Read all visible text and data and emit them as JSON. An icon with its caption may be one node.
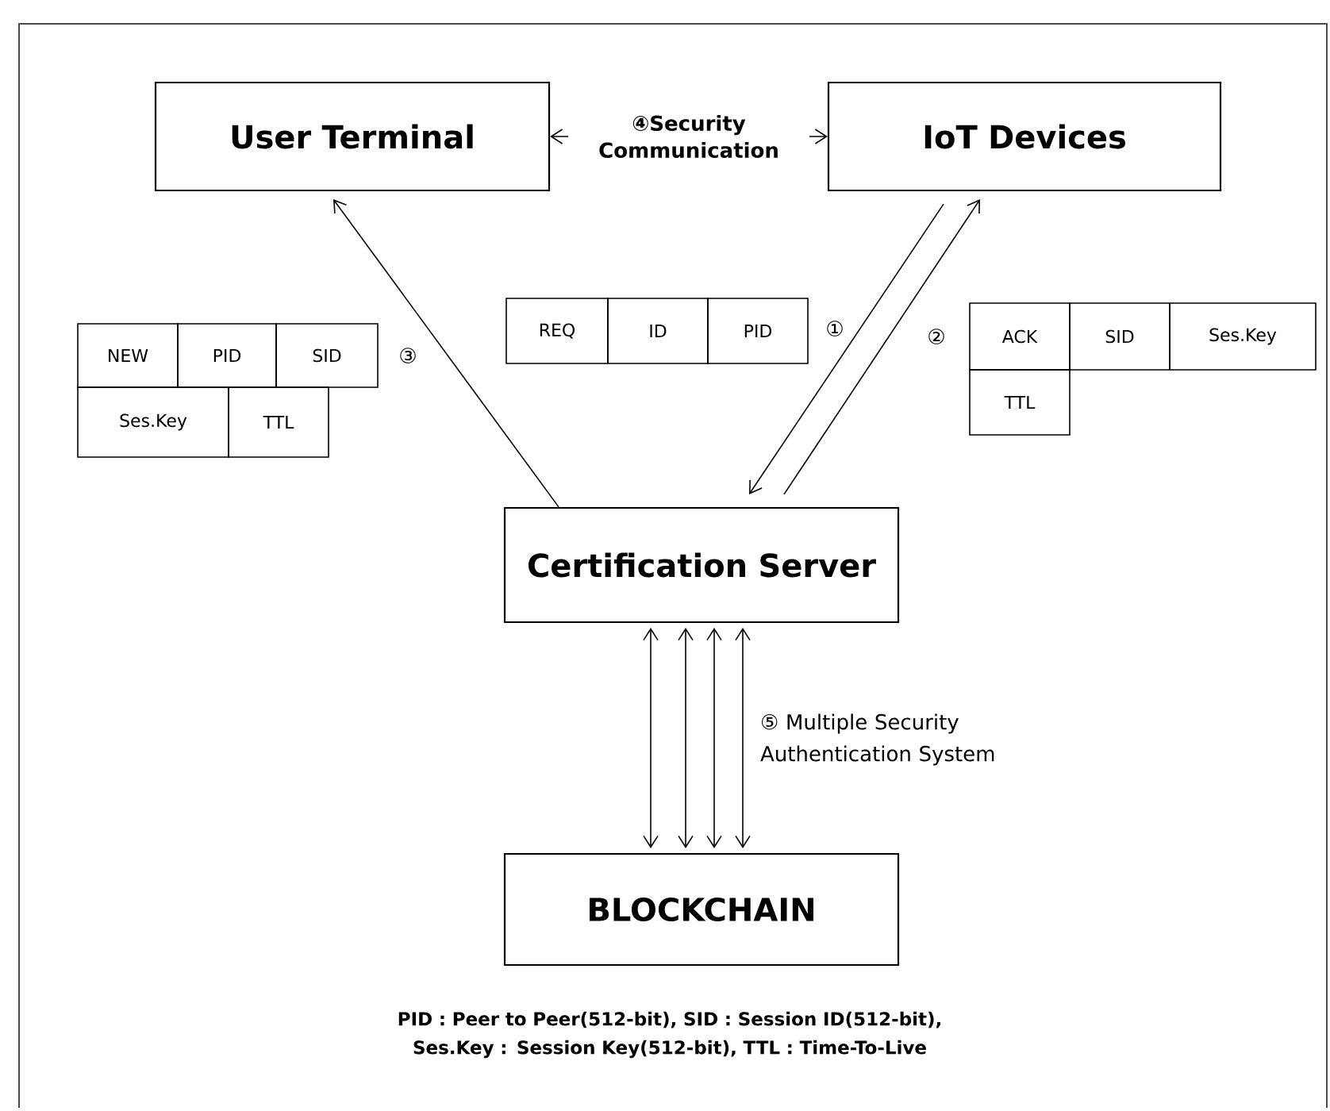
{
  "diagram": {
    "caption": "PID : Peer to Peer(512-bit), SID : Session ID(512-bit), Ses.Key : Session Key(512-bit), TTL : Time-To-Live",
    "nodes": [
      {
        "text": [
          "User Terminal"
        ]
      },
      {
        "text": [
          "IoT Devices"
        ]
      },
      {
        "text": [
          "Certification Server"
        ]
      },
      {
        "text": [
          "BLOCKCHAIN"
        ]
      },
      {
        "text": [
          "NEW"
        ]
      },
      {
        "text": [
          "PID"
        ]
      },
      {
        "text": [
          "SID"
        ],
        "beside": [
          "③"
        ]
      },
      {
        "text": [
          "Ses.Key"
        ]
      },
      {
        "text": [
          "TTL"
        ]
      },
      {
        "text": [
          "REQ"
        ]
      },
      {
        "text": [
          "ID"
        ]
      },
      {
        "text": [
          "PID"
        ],
        "beside": [
          "①"
        ]
      },
      {
        "text": [
          "ACK"
        ],
        "beside": [
          "②"
        ]
      },
      {
        "text": [
          "SID"
        ]
      },
      {
        "text": [
          "Ses.Key"
        ]
      },
      {
        "text": [
          "TTL"
        ]
      }
    ],
    "edges": [
      {
        "from": 2,
        "to": 0,
        "arrow": "to"
      },
      {
        "from": 0,
        "to": 1,
        "arrow": "both",
        "label": "④Security Communication"
      },
      {
        "from": 1,
        "to": 2,
        "arrow": "to"
      },
      {
        "from": 2,
        "to": 1,
        "arrow": "to"
      },
      {
        "from": 2,
        "to": 3,
        "arrow": "both"
      },
      {
        "from": 2,
        "to": 3,
        "arrow": "both"
      },
      {
        "from": 2,
        "to": 3,
        "arrow": "both"
      },
      {
        "from": 2,
        "to": 3,
        "arrow": "both"
      }
    ],
    "labels": [
      "⑤ Multiple Security Authentication System"
    ]
  }
}
